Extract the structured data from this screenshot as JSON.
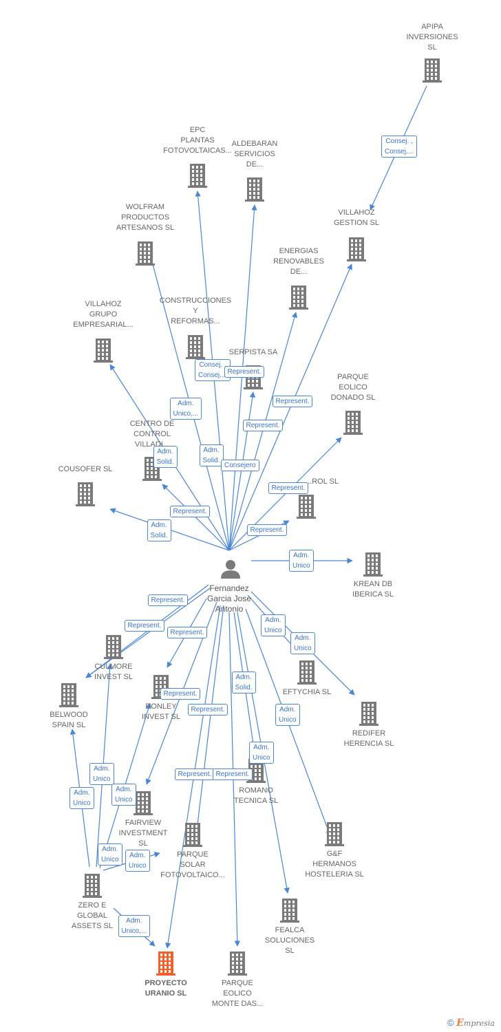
{
  "person": {
    "name": "Fernandez\nGarcia Jose\nAntonio"
  },
  "nodes": [
    {
      "id": "apipa",
      "label": "APIPA\nINVERSIONES\nSL"
    },
    {
      "id": "epc",
      "label": "EPC\nPLANTAS\nFOTOVOLTAICAS..."
    },
    {
      "id": "aldebaran",
      "label": "ALDEBARAN\nSERVICIOS\nDE..."
    },
    {
      "id": "villahoz_gestion",
      "label": "VILLAHOZ\nGESTION SL"
    },
    {
      "id": "wolfram",
      "label": "WOLFRAM\nPRODUCTOS\nARTESANOS SL"
    },
    {
      "id": "energias",
      "label": "ENERGIAS\nRENOVABLES\nDE..."
    },
    {
      "id": "construcciones",
      "label": "CONSTRUCCIONES\nY\nREFORMAS..."
    },
    {
      "id": "villahoz_grupo",
      "label": "VILLAHOZ\nGRUPO\nEMPRESARIAL..."
    },
    {
      "id": "serpista",
      "label": "SERPISTA SA"
    },
    {
      "id": "parque_donado",
      "label": "PARQUE\nEOLICO\nDONADO SL"
    },
    {
      "id": "centro",
      "label": "CENTRO DE\nCONTROL\nVILLADI..."
    },
    {
      "id": "cousofer",
      "label": "COUSOFER SL"
    },
    {
      "id": "rol",
      "label": "...ROL SL"
    },
    {
      "id": "krean",
      "label": "KREAN DB\nIBERICA SL"
    },
    {
      "id": "culmore",
      "label": "CULMORE\nINVEST SL"
    },
    {
      "id": "belwood",
      "label": "BELWOOD\nSPAIN SL"
    },
    {
      "id": "donley",
      "label": "DONLEY\nINVEST SL"
    },
    {
      "id": "eftychia",
      "label": "EFTYCHIA SL"
    },
    {
      "id": "redifer",
      "label": "REDIFER\nHERENCIA SL"
    },
    {
      "id": "fairview",
      "label": "FAIRVIEW\nINVESTMENT\nSL"
    },
    {
      "id": "romano",
      "label": "ROMANO\nTECNICA SL"
    },
    {
      "id": "parque_solar",
      "label": "PARQUE\nSOLAR\nFOTOVOLTAICO..."
    },
    {
      "id": "gf",
      "label": "G&F\nHERMANOS\nHOSTELERIA SL"
    },
    {
      "id": "zero",
      "label": "ZERO E\nGLOBAL\nASSETS SL"
    },
    {
      "id": "fealca",
      "label": "FEALCA\nSOLUCIONES\nSL"
    },
    {
      "id": "proyecto",
      "label": "PROYECTO\nURANIO SL",
      "highlight": true
    },
    {
      "id": "parque_monte",
      "label": "PARQUE\nEOLICO\nMONTE DAS..."
    }
  ],
  "edge_labels": [
    "Consej. ,\nConsej....",
    "Consej. ,\nConsej....",
    "Represent.",
    "Adm.\nUnico,...",
    "Represent.",
    "Represent.",
    "Adm.\nSolid.",
    "Adm.\nSolid.",
    "Consejero",
    "Represent.",
    "Represent.",
    "Adm.\nSolid.",
    "Represent.",
    "Adm.\nUnico",
    "Represent.",
    "Represent.",
    "Represent.",
    "Adm.\nUnico",
    "Adm.\nUnico",
    "Adm.\nSolid.",
    "Adm.\nUnico",
    "Represent.",
    "Represent.",
    "Adm.\nUnico",
    "Represent.",
    "Represent.",
    "Adm.\nUnico",
    "Adm.\nUnico",
    "Adm.\nUnico",
    "Adm.\nUnico",
    "Adm.\nUnico",
    "Adm.\nUnico,..."
  ],
  "footer": {
    "copyright": "©",
    "brand_initial": "E",
    "brand_rest": "mpresia"
  },
  "colors": {
    "edge": "#4a86d6",
    "building": "#7a7a7a",
    "highlight": "#f0622d",
    "person": "#7a7a7a"
  }
}
